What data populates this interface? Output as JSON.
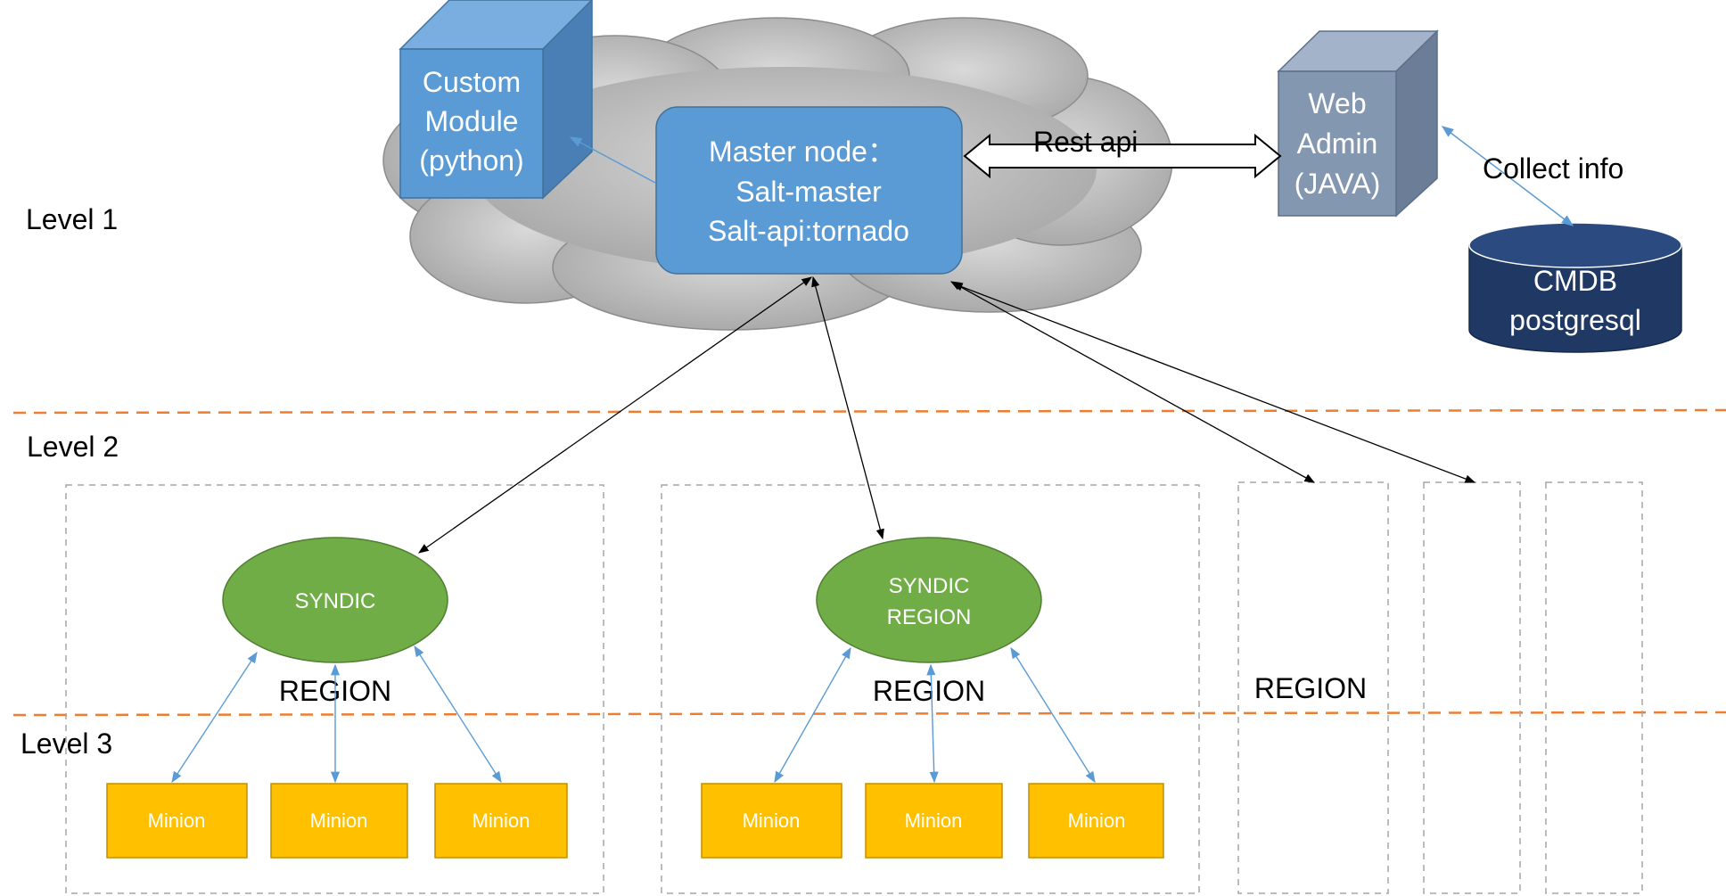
{
  "levels": {
    "level1": "Level 1",
    "level2": "Level 2",
    "level3": "Level 3"
  },
  "master": {
    "line1": "Master node：",
    "line2": "Salt-master",
    "line3": "Salt-api:tornado"
  },
  "custom_module": {
    "line1": "Custom",
    "line2": "Module",
    "line3": "(python)"
  },
  "web_admin": {
    "line1": "Web",
    "line2": "Admin",
    "line3": "(JAVA)"
  },
  "rest_api": "Rest api",
  "collect_info": "Collect info",
  "cmdb": {
    "line1": "CMDB",
    "line2": "postgresql"
  },
  "region_left": {
    "syndic": "SYNDIC",
    "label": "REGION",
    "minions": [
      "Minion",
      "Minion",
      "Minion"
    ]
  },
  "region_middle": {
    "syndic_line1": "SYNDIC",
    "syndic_line2": "REGION",
    "label": "REGION",
    "minions": [
      "Minion",
      "Minion",
      "Minion"
    ]
  },
  "region_right": {
    "label": "REGION"
  },
  "colors": {
    "cloud": "#a6a6a6",
    "master_box": "#5b9bd5",
    "cube_front": "#5b9bd5",
    "web_admin": "#8497b0",
    "cmdb": "#1f3864",
    "syndic": "#70ad47",
    "minion": "#ffc000",
    "level_divider": "#ed7d31",
    "region_border": "#a6a6a6"
  }
}
